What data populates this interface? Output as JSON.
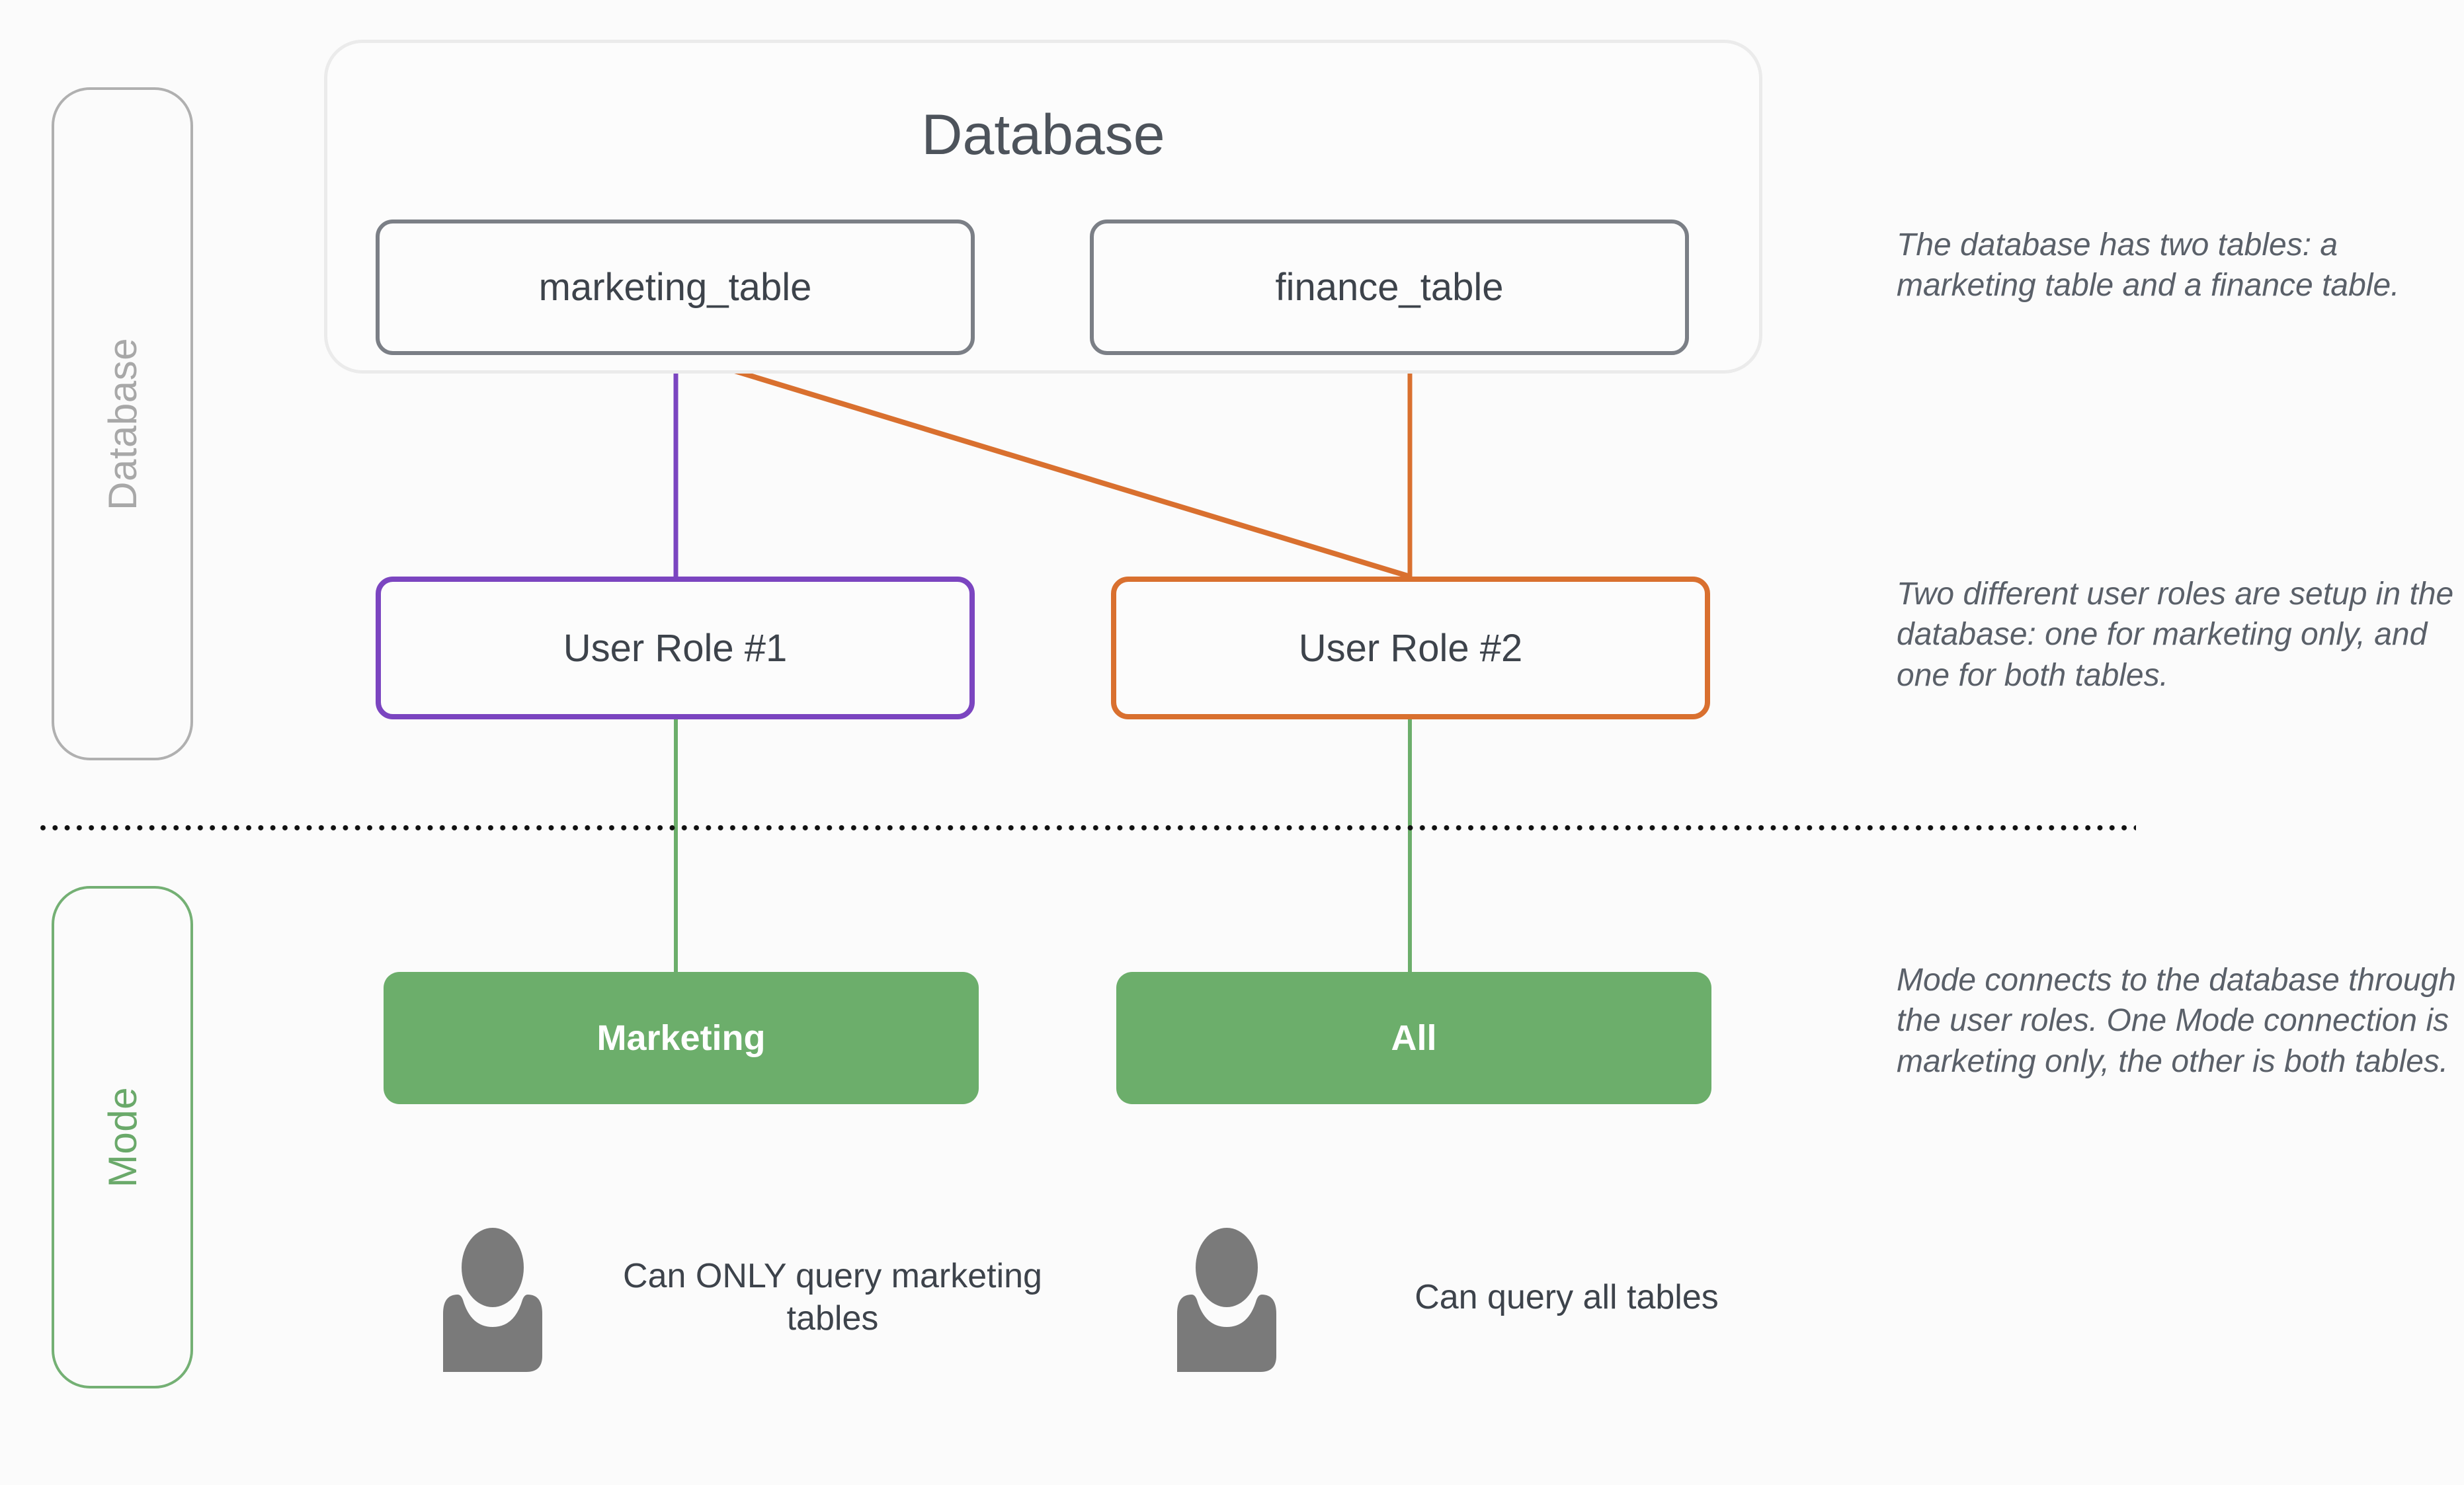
{
  "lanes": [
    {
      "label": "Database",
      "color": "#a8a8a8"
    },
    {
      "label": "Mode",
      "color": "#6aa96a"
    }
  ],
  "database": {
    "title": "Database",
    "tables": [
      {
        "name": "marketing_table"
      },
      {
        "name": "finance_table"
      }
    ]
  },
  "roles": [
    {
      "label": "User Role #1",
      "color": "#7b45c0"
    },
    {
      "label": "User Role #2",
      "color": "#d9702f"
    }
  ],
  "connections": {
    "colors": {
      "marketing_to_role1": "#7b45c0",
      "marketing_to_role2": "#d9702f",
      "finance_to_role2": "#d9702f",
      "role_to_mode": "#6cae6b"
    }
  },
  "mode": {
    "connections": [
      {
        "label": "Marketing"
      },
      {
        "label": "All"
      }
    ]
  },
  "personas": [
    {
      "icon": "person-icon",
      "text": "Can ONLY query marketing tables"
    },
    {
      "icon": "person-icon",
      "text": "Can query all tables"
    }
  ],
  "notes": [
    {
      "text": "The database has two tables: a marketing table and a finance table."
    },
    {
      "text": "Two different user roles are setup in the database: one for marketing only, and one for both tables."
    },
    {
      "text": "Mode connects to the database through the user roles. One Mode connection is marketing only, the other is both tables."
    }
  ],
  "colors": {
    "background": "#fbfbfb",
    "node_border": "#7b7f86",
    "container_border": "#ebebeb",
    "text": "#3d434b",
    "note_text": "#5a6069",
    "green_fill": "#6cae6b",
    "divider": "#111111"
  }
}
